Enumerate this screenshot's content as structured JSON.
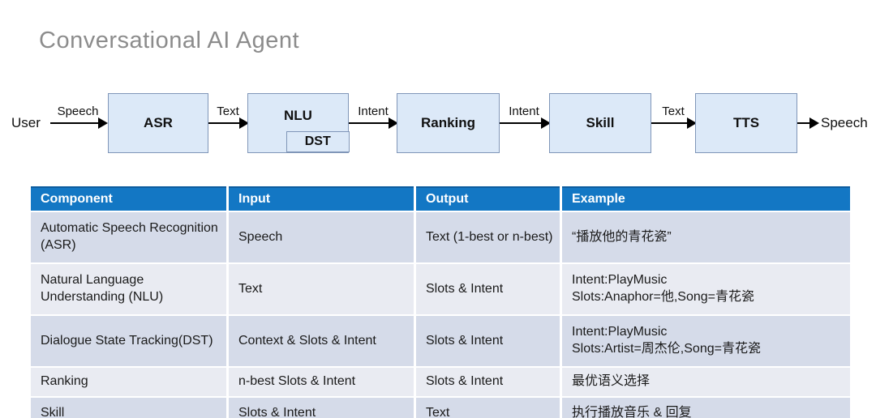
{
  "title": "Conversational AI Agent",
  "flow": {
    "source_label": "User",
    "sink_label": "Speech",
    "nodes": [
      {
        "label": "ASR"
      },
      {
        "label": "NLU",
        "sub_label": "DST"
      },
      {
        "label": "Ranking"
      },
      {
        "label": "Skill"
      },
      {
        "label": "TTS"
      }
    ],
    "edges": [
      "Speech",
      "Text",
      "Intent",
      "Intent",
      "Text"
    ]
  },
  "colors": {
    "node_fill": "#dce9f8",
    "node_border": "#8096b8",
    "arrow_black": "#000000",
    "header_bg": "#1377c4",
    "row_dark": "#d5dbe9",
    "row_light": "#e9ebf2",
    "title_gray": "#8c8c8c"
  },
  "table": {
    "headers": [
      "Component",
      "Input",
      "Output",
      "Example"
    ],
    "rows": [
      {
        "component": "Automatic Speech Recognition (ASR)",
        "input": "Speech",
        "output": "Text (1-best or n-best)",
        "example": "“播放他的青花瓷”"
      },
      {
        "component": "Natural Language Understanding (NLU)",
        "input": "Text",
        "output": "Slots & Intent",
        "example": "Intent:PlayMusic\nSlots:Anaphor=他,Song=青花瓷"
      },
      {
        "component": "Dialogue State Tracking(DST)",
        "input": "Context & Slots & Intent",
        "output": "Slots & Intent",
        "example": "Intent:PlayMusic\nSlots:Artist=周杰伦,Song=青花瓷"
      },
      {
        "component": "Ranking",
        "input": "n-best Slots & Intent",
        "output": "Slots & Intent",
        "example": "最优语义选择"
      },
      {
        "component": "Skill",
        "input": "Slots & Intent",
        "output": "Text",
        "example": "执行播放音乐 & 回复"
      }
    ]
  }
}
